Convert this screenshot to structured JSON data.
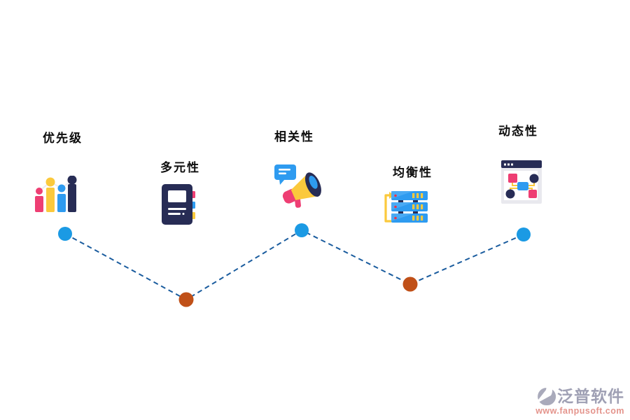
{
  "diagram": {
    "title": "",
    "items": [
      {
        "label": "优先级",
        "icon": "bar-chart-icon",
        "dot_color": "#1b9ae4"
      },
      {
        "label": "多元性",
        "icon": "notebook-icon",
        "dot_color": "#c05018"
      },
      {
        "label": "相关性",
        "icon": "megaphone-icon",
        "dot_color": "#1b9ae4"
      },
      {
        "label": "均衡性",
        "icon": "server-stack-icon",
        "dot_color": "#c05018"
      },
      {
        "label": "动态性",
        "icon": "flowchart-window-icon",
        "dot_color": "#1b9ae4"
      }
    ],
    "line_color": "#1a5c9e",
    "line_style": "dashed"
  },
  "icon_colors": {
    "navy": "#272c55",
    "pink": "#ee3e73",
    "yellow": "#fbc93c",
    "blue": "#2e9bf0",
    "red": "#e8334a",
    "light_grey": "#e9e9ee"
  },
  "watermark": {
    "brand": "泛普软件",
    "url": "www.fanpusoft.com",
    "brand_color": "#9fa0b4",
    "url_color": "#e4948c"
  }
}
